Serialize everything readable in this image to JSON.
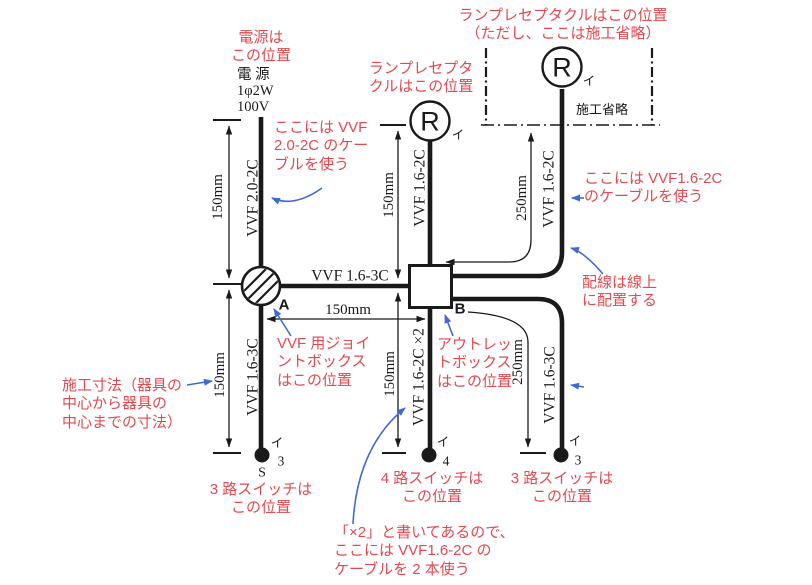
{
  "colors": {
    "annotation_red": "#e04a50",
    "arrow_blue": "#4169d0",
    "line_black": "#1a1a1a"
  },
  "notes": {
    "power": "電源は\nこの位置",
    "lamp_top": "ランプレセプタクルはこの位置\n（ただし、ここは施工省略）",
    "lamp_mid": "ランプレセプタ\nクルはこの位置",
    "cable_20_2c": "ここには VVF\n2.0-2C のケー\nブルを使う",
    "cable_16_2c_right": "ここには VVF1.6-2C\nのケーブルを使う",
    "wiring_on_line": "配線は線上\nに配置する",
    "joint_box": "VVF 用ジョイ\nントボックス\nはこの位置",
    "outlet_box": "アウトレッ\nトボックス\nはこの位置",
    "dimension_note": "施工寸法（器具の\n中心から器具の\n中心までの寸法）",
    "switch3_left": "3 路スイッチは\nこの位置",
    "switch4": "4 路スイッチは\nこの位置",
    "switch3_right": "3 路スイッチは\nこの位置",
    "x2_note": "「×2」と書いてあるので、\nここには VVF1.6-2C の\nケーブルを 2 本使う"
  },
  "source": {
    "label": "電 源\n1φ2W\n100V"
  },
  "omission": {
    "label": "施工省略"
  },
  "cables": {
    "power": "VVF 2.0-2C",
    "joint_to_switch": "VVF 1.6-3C",
    "joint_to_outlet": "VVF 1.6-3C",
    "outlet_to_lamp1": "VVF 1.6-2C",
    "outlet_to_lamp2": "VVF 1.6-2C",
    "outlet_to_switch4": "VVF 1.6-2C ×2",
    "outlet_to_switch3": "VVF 1.6-3C"
  },
  "dimensions": {
    "left_top": "150mm",
    "left_bottom": "150mm",
    "lamp1": "150mm",
    "center": "150mm",
    "switch4": "150mm",
    "lamp2": "250mm",
    "switch3": "250mm"
  },
  "devices": {
    "lamp1": {
      "symbol": "R",
      "mark": "イ"
    },
    "lamp2": {
      "symbol": "R",
      "mark": "イ"
    },
    "joint_label": "A",
    "outlet_label": "B",
    "switch3_left": {
      "mark": "イ",
      "num": "3",
      "s": "S"
    },
    "switch4": {
      "mark": "イ",
      "num": "4"
    },
    "switch3_right": {
      "mark": "イ",
      "num": "3"
    }
  }
}
